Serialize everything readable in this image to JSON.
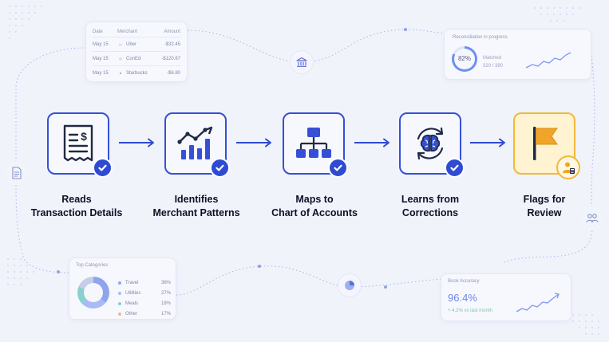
{
  "transactions": {
    "headers": {
      "date": "Date",
      "merchant": "Merchant",
      "amount": "Amount"
    },
    "rows": [
      {
        "date": "May 15",
        "merchant": "Uber",
        "amount": "-$32.45",
        "logo": "uber-logo"
      },
      {
        "date": "May 15",
        "merchant": "ConEd",
        "amount": "-$120.67",
        "logo": "coned-logo"
      },
      {
        "date": "May 15",
        "merchant": "Starbucks",
        "amount": "-$6.80",
        "logo": "starbucks-logo"
      }
    ]
  },
  "reconciliation": {
    "title": "Reconciliation in progress",
    "percent_label": "82%",
    "percent_value": 0.82,
    "matched_label": "Matched",
    "matched_count": "320 / 390"
  },
  "categories": {
    "title": "Top Categories",
    "items": [
      {
        "name": "Travel",
        "pct": "36%",
        "color": "#8fa4ec"
      },
      {
        "name": "Utilities",
        "pct": "27%",
        "color": "#a9bbf6"
      },
      {
        "name": "Meals",
        "pct": "18%",
        "color": "#89d0cf"
      },
      {
        "name": "Other",
        "pct": "17%",
        "color": "#e9b896"
      }
    ]
  },
  "accuracy": {
    "title": "Book Accuracy",
    "value": "96.4%",
    "change": "+ 4.2% vs last month"
  },
  "steps": [
    {
      "line1": "Reads",
      "line2": "Transaction Details",
      "icon": "invoice-dollar-icon"
    },
    {
      "line1": "Identifies",
      "line2": "Merchant Patterns",
      "icon": "bar-chart-trend-icon"
    },
    {
      "line1": "Maps to",
      "line2": "Chart of Accounts",
      "icon": "hierarchy-icon"
    },
    {
      "line1": "Learns from",
      "line2": "Corrections",
      "icon": "brain-cycle-icon"
    },
    {
      "line1": "Flags for",
      "line2": "Review",
      "icon": "flag-icon"
    }
  ],
  "colors": {
    "primary": "#2e4bd2",
    "flag": "#f0a52a",
    "background": "#f1f3fb"
  }
}
